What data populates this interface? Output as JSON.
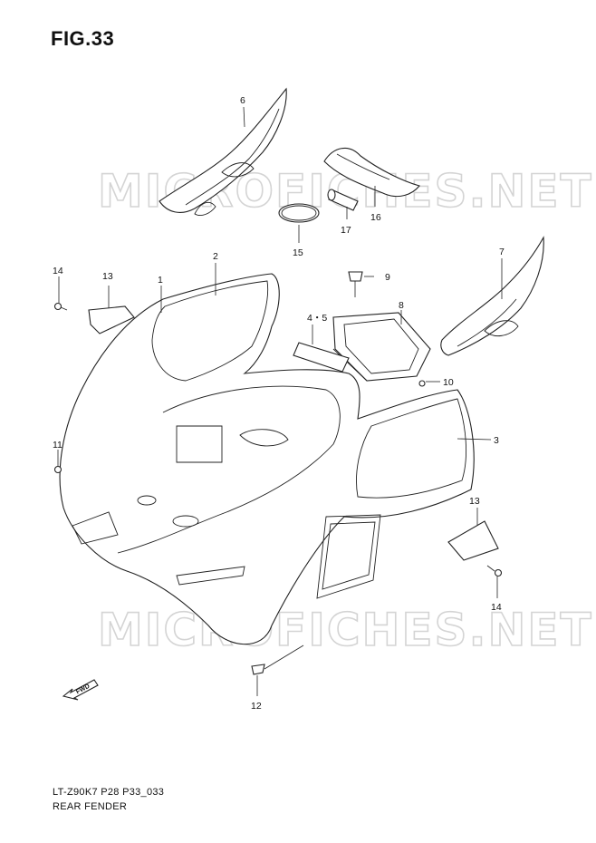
{
  "figure_title": "FIG.33",
  "watermark_text": "MICROFICHES.NET",
  "footer": {
    "code": "LT-Z90K7 P28 P33_033",
    "name": "REAR FENDER"
  },
  "fwd_label": "FWD",
  "callouts": {
    "c1": "1",
    "c2": "2",
    "c3": "3",
    "c45": "4・5",
    "c6": "6",
    "c7": "7",
    "c8": "8",
    "c9": "9",
    "c10": "10",
    "c11": "11",
    "c12": "12",
    "c13a": "13",
    "c13b": "13",
    "c14a": "14",
    "c14b": "14",
    "c15": "15",
    "c16": "16",
    "c17": "17"
  },
  "icons": [
    "fwd-arrow-icon"
  ]
}
